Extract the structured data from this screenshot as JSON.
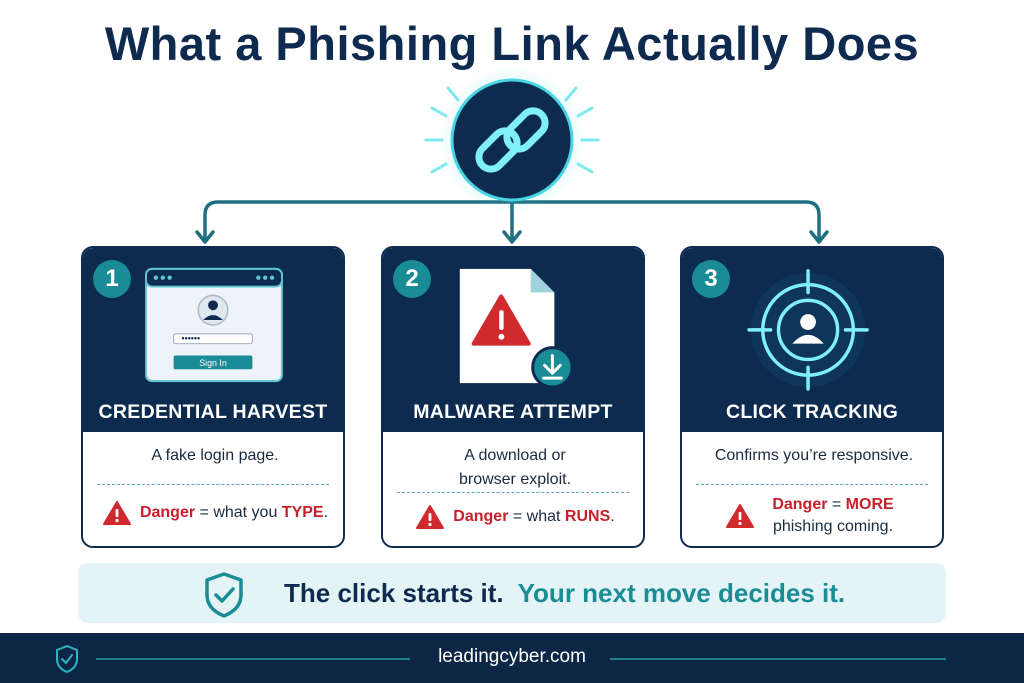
{
  "title": "What a Phishing Link Actually Does",
  "hero": {
    "icon": "chain-link-icon"
  },
  "colors": {
    "navy": "#0d2a4f",
    "teal": "#1a8c96",
    "danger": "#c91f2a",
    "banner_bg": "#e3f3f6"
  },
  "cards": [
    {
      "number": "1",
      "title": "CREDENTIAL HARVEST",
      "illustration": "fake-login-window-icon",
      "login_button": "Sign In",
      "password_mask": "••••••",
      "description": "A fake login page.",
      "danger_label": "Danger",
      "danger_mid": " = what you ",
      "danger_highlight": "TYPE",
      "danger_end": "."
    },
    {
      "number": "2",
      "title": "MALWARE ATTEMPT",
      "illustration": "warning-file-download-icon",
      "description": "A download or browser exploit.",
      "danger_label": "Danger",
      "danger_mid": " = what ",
      "danger_highlight": "RUNS",
      "danger_end": "."
    },
    {
      "number": "3",
      "title": "CLICK TRACKING",
      "illustration": "target-crosshair-user-icon",
      "description": "Confirms you’re responsive.",
      "danger_label": "Danger",
      "danger_mid": " = ",
      "danger_highlight": "MORE",
      "danger_end": " phishing coming."
    }
  ],
  "banner": {
    "icon": "shield-check-icon",
    "text_a": "The click starts it.",
    "text_b": "Your next move decides it."
  },
  "footer": {
    "icon": "shield-check-icon",
    "site": "leadingcyber.com"
  }
}
